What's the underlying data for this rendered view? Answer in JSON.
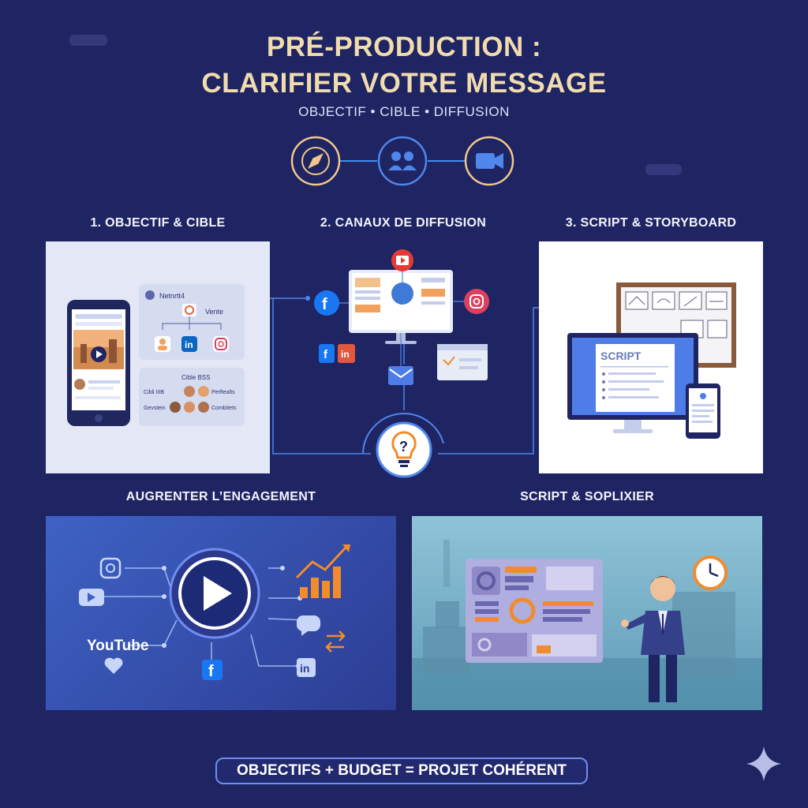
{
  "header": {
    "title_line1": "PRÉ-PRODUCTION :",
    "title_line2": "CLARIFIER VOTRE MESSAGE",
    "subtitle": "OBJECTIF • CIBLE • DIFFUSION"
  },
  "sections": {
    "s1": {
      "label": "1. OBJECTIF & CIBLE"
    },
    "s2": {
      "label": "2. CANAUX DE DIFFUSION"
    },
    "s3": {
      "label": "3. SCRIPT & STORYBOARD"
    },
    "s4": {
      "label": "AUGRENTER L’ENGAGEMENT"
    },
    "s5": {
      "label": "SCRIPT & SOPLIXIER"
    }
  },
  "panel1": {
    "card_top_name": "Netnrtt4",
    "card_top_tag": "Vente",
    "card_bottom_title": "Cible BSS",
    "card_bottom_left1": "Cibli IIIB",
    "card_bottom_right1": "Perftealts",
    "card_bottom_left2": "Gevstein",
    "card_bottom_right2": "Combitets"
  },
  "panel3": {
    "script_title": "SCRIPT"
  },
  "panel4": {
    "youtube_label": "YouTube"
  },
  "footer": {
    "text": "OBJECTIFS + BUDGET = PROJET COHÉRENT"
  },
  "colors": {
    "background": "#1f2463",
    "title_gold": "#f1dcae",
    "accent_blue": "#4f7de8",
    "facebook": "#1877f2",
    "youtube_red": "#e53935",
    "linkedin": "#0a66c2",
    "orange": "#f08c2e"
  },
  "icons": [
    "compass-icon",
    "people-icon",
    "video-camera-icon",
    "lightbulb-question-icon",
    "play-icon",
    "facebook-icon",
    "instagram-icon",
    "linkedin-icon",
    "youtube-icon",
    "heart-icon",
    "chat-icon",
    "sparkle-icon"
  ]
}
